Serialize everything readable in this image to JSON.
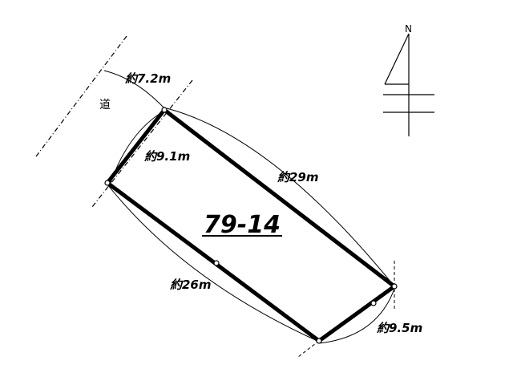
{
  "compass": {
    "north_label": "N"
  },
  "road_label": "道",
  "lot_number": "79-14",
  "dimensions": {
    "top_left_edge": "約7.2m",
    "left_edge": "約9.1m",
    "top_long_edge": "約29m",
    "bottom_long_edge": "約26m",
    "right_edge": "約9.5m"
  }
}
